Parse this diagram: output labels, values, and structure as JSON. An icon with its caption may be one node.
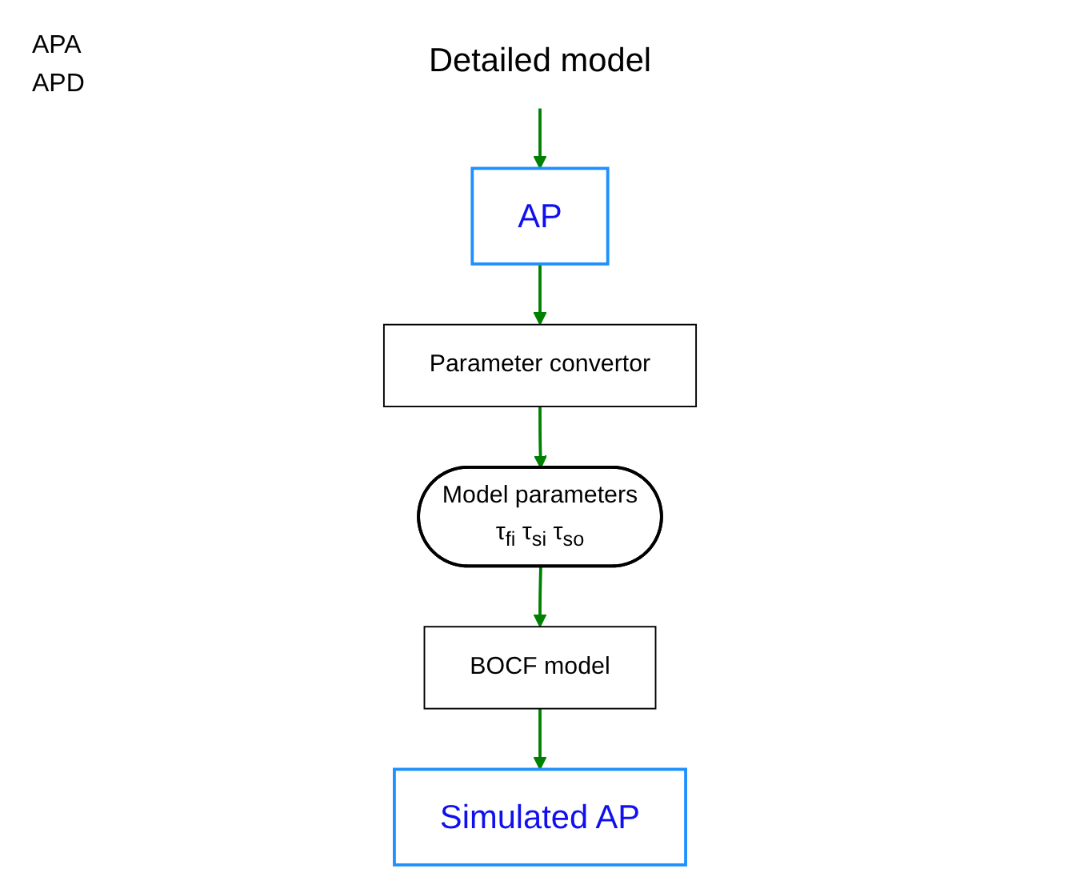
{
  "diagram": {
    "nodes": [
      {
        "text": [
          "Detailed model"
        ]
      },
      {
        "text": [
          "AP"
        ]
      },
      {
        "text": [
          "Parameter convertor"
        ]
      },
      {
        "text": [
          "Model parameters",
          "τ$_{fi}$ τ$_{si}$ τ$_{so}$"
        ]
      },
      {
        "text": [
          "BOCF model"
        ]
      },
      {
        "text": [
          "Simulated AP"
        ]
      }
    ],
    "edges": [
      {
        "from": 0,
        "to": 1,
        "arrow": "to"
      },
      {
        "from": 1,
        "to": 2,
        "arrow": "to"
      },
      {
        "from": 2,
        "to": 3,
        "arrow": "to"
      },
      {
        "from": 3,
        "to": 4,
        "arrow": "to"
      },
      {
        "from": 4,
        "to": 5,
        "arrow": "to"
      }
    ],
    "labels": [
      "APA",
      "APD"
    ]
  }
}
